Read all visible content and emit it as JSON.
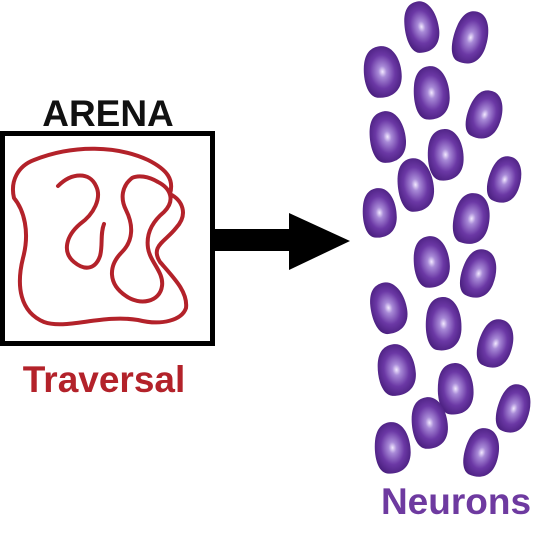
{
  "labels": {
    "arena": "ARENA",
    "traversal": "Traversal",
    "neurons": "Neurons"
  },
  "colors": {
    "arena_box": "#000000",
    "traversal": "#b3222a",
    "neurons_text": "#6e3aa0",
    "neuron_fill": "#5a2b92",
    "neuron_highlight": "#f2e9ff",
    "arrow": "#000000"
  },
  "neurons": {
    "count": 22
  }
}
